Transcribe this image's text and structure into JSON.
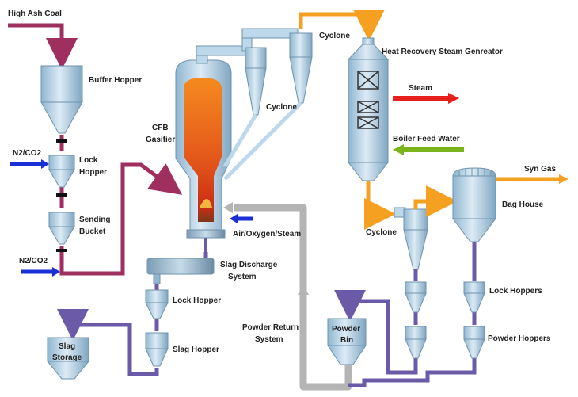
{
  "labels": {
    "high_ash_coal": "High Ash Coal",
    "buffer_hopper": "Buffer Hopper",
    "n2co2_top": "N2/CO2",
    "lock_hopper_1": "Lock",
    "lock_hopper_2": "Hopper",
    "sending_bucket_1": "Sending",
    "sending_bucket_2": "Bucket",
    "n2co2_bottom": "N2/CO2",
    "cfb_gasifier_1": "CFB",
    "cfb_gasifier_2": "Gasifier",
    "cyclone_top": "Cyclone",
    "cyclone_mid": "Cyclone",
    "hrsg": "Heat Recovery Steam Genreator",
    "steam": "Steam",
    "boiler_feed_water": "Boiler Feed Water",
    "syn_gas": "Syn Gas",
    "bag_house": "Bag House",
    "cyclone_bottom": "Cyclone",
    "air_oxygen_steam": "Air/Oxygen/Steam",
    "slag_discharge_1": "Slag Discharge",
    "slag_discharge_2": "System",
    "lock_hopper_slag": "Lock Hopper",
    "slag_hopper": "Slag Hopper",
    "slag_storage_1": "Slag",
    "slag_storage_2": "Storage",
    "powder_return_1": "Powder Return",
    "powder_return_2": "System",
    "powder_bin_1": "Powder",
    "powder_bin_2": "Bin",
    "lock_hoppers": "Lock Hoppers",
    "powder_hoppers": "Powder Hoppers"
  },
  "colors": {
    "coal_line": "#9e2f5f",
    "n2_arrow": "#1a2fd6",
    "gas_line": "#f5a020",
    "steam_arrow": "#e8201c",
    "water_arrow": "#7ab51d",
    "ash_line": "#6a5aa8",
    "return_line": "#b4b4b4",
    "vessel_fill": "#bcd8ea",
    "vessel_stroke": "#6f93ae",
    "flame": "#f07a1a"
  }
}
